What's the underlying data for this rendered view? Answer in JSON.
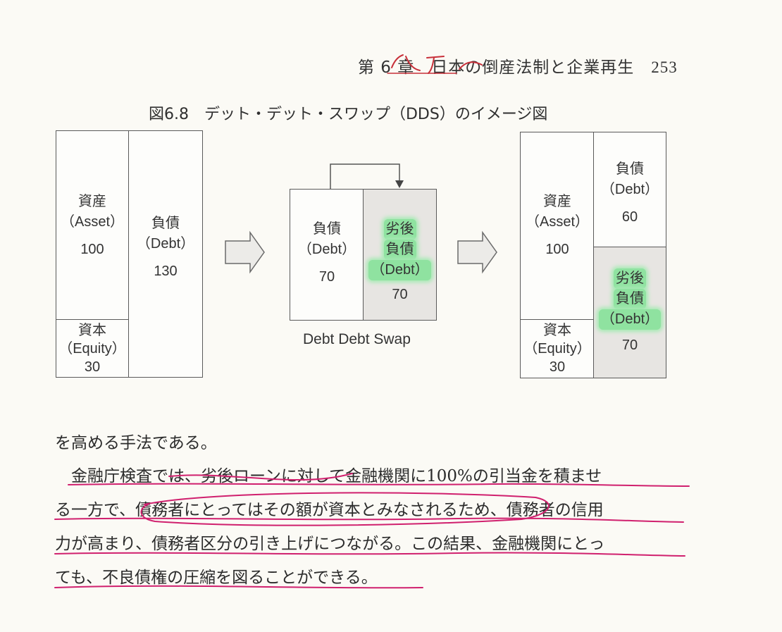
{
  "header": {
    "running_title": "第 6 章　日本の倒産法制と企業再生",
    "page_number": "253"
  },
  "figure": {
    "caption": "図6.8　デット・デット・スワップ（DDS）のイメージ図",
    "left_balance_sheet": {
      "asset": {
        "label": "資産",
        "en": "（Asset）",
        "value": "100"
      },
      "equity": {
        "label": "資本",
        "en": "（Equity）",
        "value": "30"
      },
      "debt": {
        "label": "負債",
        "en": "（Debt）",
        "value": "130"
      }
    },
    "swap": {
      "debt": {
        "label": "負債",
        "en": "（Debt）",
        "value": "70"
      },
      "subordinated": {
        "line1": "劣後",
        "line2": "負債",
        "en": "（Debt）",
        "value": "70"
      },
      "caption": "Debt Debt Swap"
    },
    "right_balance_sheet": {
      "asset": {
        "label": "資産",
        "en": "（Asset）",
        "value": "100"
      },
      "equity": {
        "label": "資本",
        "en": "（Equity）",
        "value": "30"
      },
      "debt": {
        "label": "負債",
        "en": "（Debt）",
        "value": "60"
      },
      "subordinated": {
        "line1": "劣後",
        "line2": "負債",
        "en": "（Debt）",
        "value": "70"
      }
    }
  },
  "body": {
    "lines": [
      "を高める手法である。",
      "　金融庁検査では、劣後ローンに対して金融機関に100%の引当金を積ませ",
      "る一方で、債務者にとってはその額が資本とみなされるため、債務者の信用",
      "力が高まり、債務者区分の引き上げにつながる。この結果、金融機関にとっ",
      "ても、不良債権の圧縮を図ることができる。"
    ]
  },
  "colors": {
    "highlight_green": "#8fe2a0",
    "pen_magenta": "#d0206e",
    "pen_red": "#c8303a"
  }
}
